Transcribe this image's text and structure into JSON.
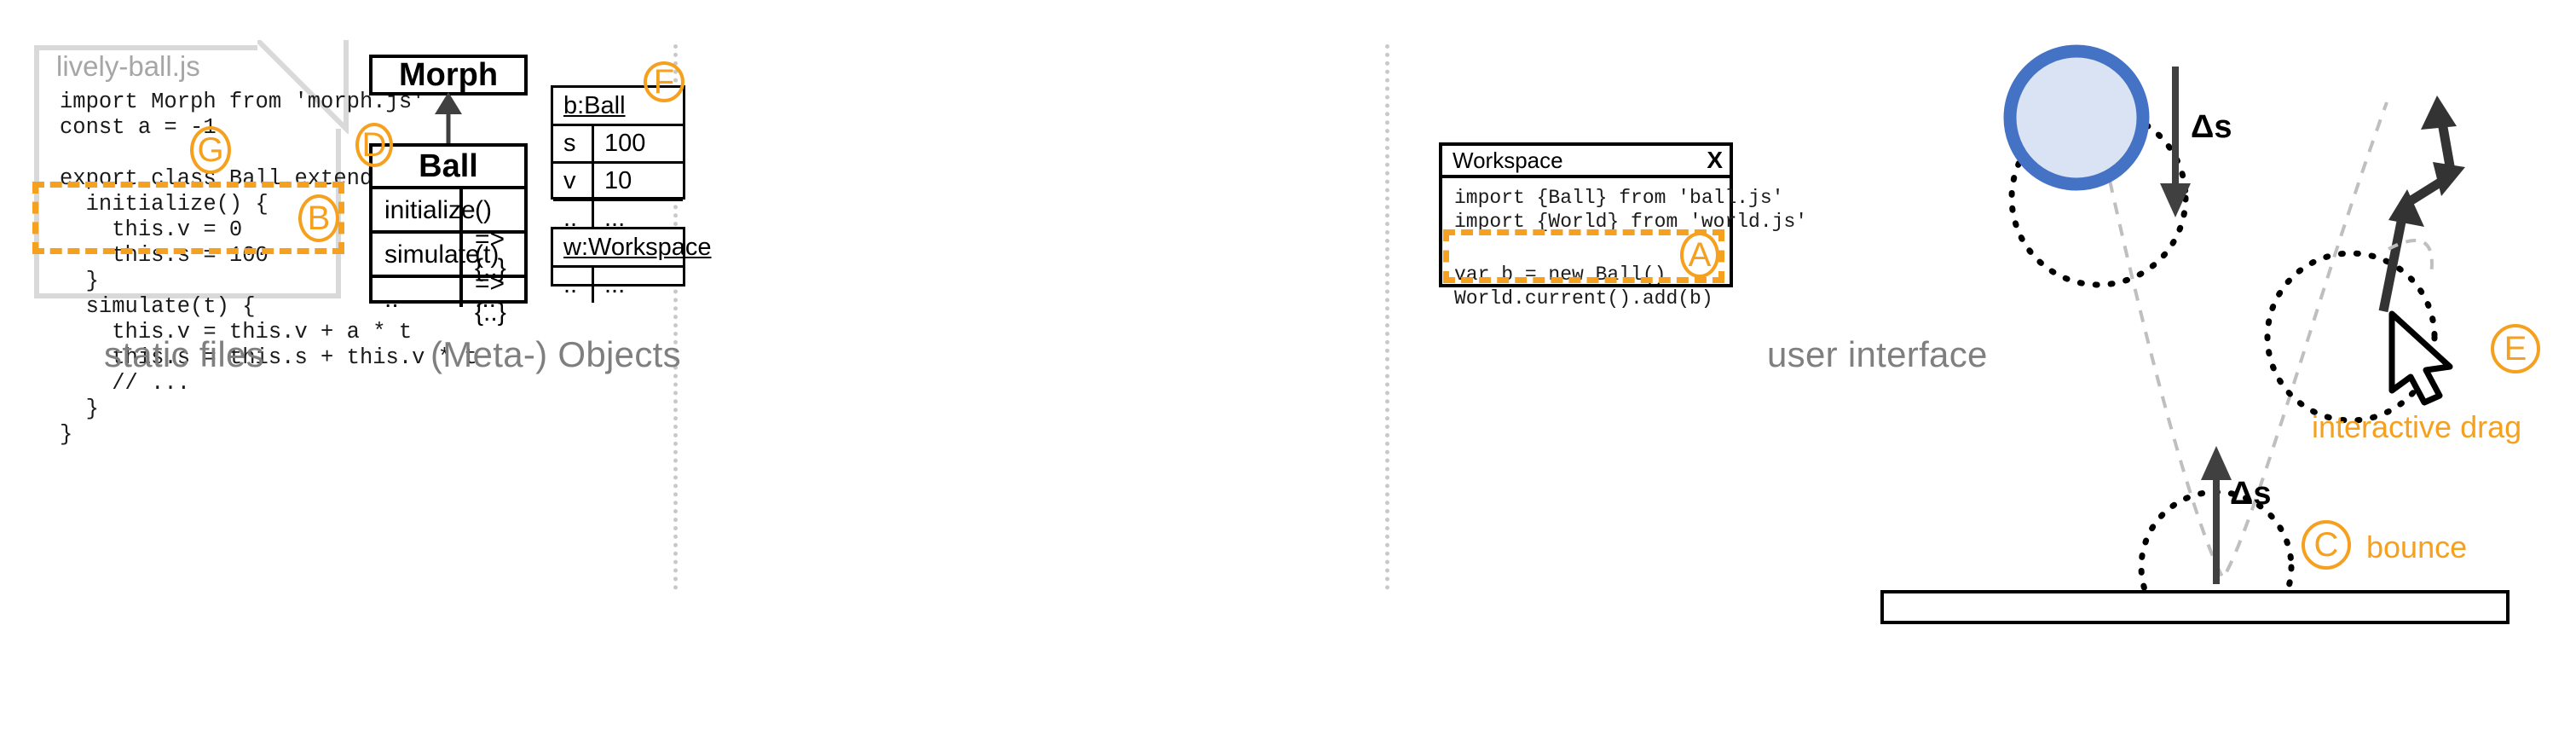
{
  "columns": [
    {
      "id": "static-files",
      "caption": "static files"
    },
    {
      "id": "meta-objects",
      "caption": "(Meta-) Objects"
    },
    {
      "id": "user-interface",
      "caption": "user interface"
    }
  ],
  "colors": {
    "accent_orange": "#f5a01e",
    "caption_gray": "#7f7f7f",
    "card_border_gray": "#d9d9d9",
    "ball_fill": "#dae3f3",
    "ball_stroke": "#4472c4",
    "trajectory_gray": "#bfbfbf",
    "arrow_dark": "#404040",
    "ink_black": "#000000"
  },
  "file_card": {
    "title": "lively-ball.js",
    "code_top": "import Morph from 'morph.js'\nconst a = -1\n\nexport class Ball extends Morph {\n  initialize() {\n    this.v = 0\n    this.s = 100\n  }",
    "code_highlight": "  simulate(t) {\n    this.v = this.v + a * t\n    this.s = this.s + this.v * t\n    // ...",
    "code_bottom": "  }\n}",
    "badge_g": "G",
    "badge_b": "B"
  },
  "uml": {
    "superclass": {
      "name": "Morph"
    },
    "badge_d": "D",
    "class": {
      "name": "Ball",
      "rows": [
        {
          "member": "initialize",
          "value": "() => {..}"
        },
        {
          "member": "simulate",
          "value": "(t) => {..}"
        },
        {
          "member": "..",
          "value": "..."
        }
      ]
    }
  },
  "objects": {
    "badge_f": "F",
    "ball_instance": {
      "header": "b:Ball",
      "rows": [
        {
          "key": "s",
          "value": "100"
        },
        {
          "key": "v",
          "value": "10"
        },
        {
          "key": "..",
          "value": "..."
        }
      ]
    },
    "workspace_instance": {
      "header": "w:Workspace",
      "rows": [
        {
          "key": "..",
          "value": "..."
        }
      ]
    }
  },
  "workspace_window": {
    "title": "Workspace",
    "close_label": "X",
    "code_imports": "import {Ball} from 'ball.js'\nimport {World} from 'world.js'",
    "code_highlight": "var b = new Ball()\nWorld.current().add(b)",
    "badge_a": "A"
  },
  "scene": {
    "delta_s_down": "Δs",
    "delta_s_up": "Δs",
    "badge_c": "C",
    "label_bounce": "bounce",
    "badge_e": "E",
    "label_interactive_drag": "interactive drag"
  }
}
